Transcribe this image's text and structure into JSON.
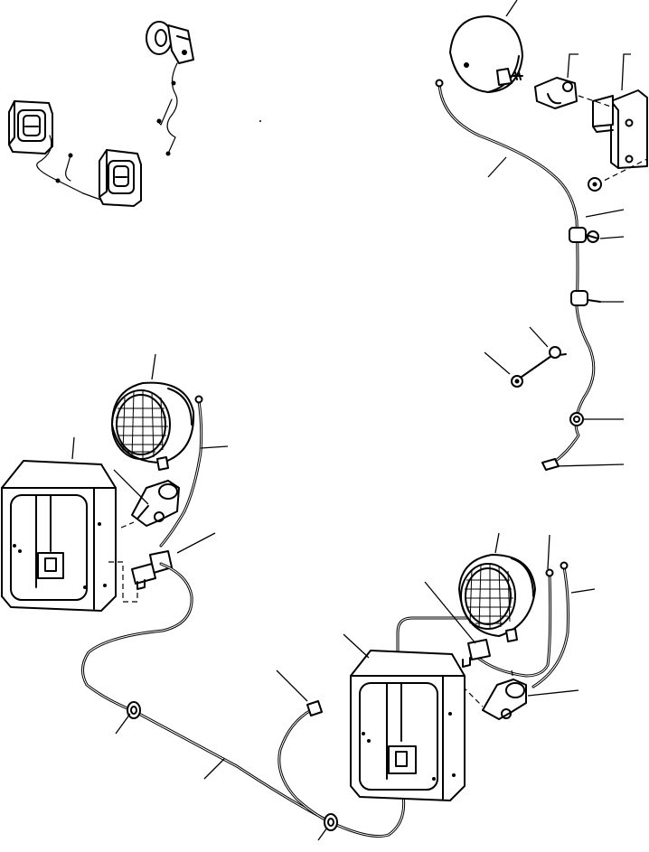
{
  "diagram": {
    "parts": [
      {
        "id": "cab-lamp-rear-left",
        "icon": "square-lamp-icon"
      },
      {
        "id": "cab-lamp-rear-right",
        "icon": "square-lamp-icon"
      },
      {
        "id": "horn",
        "icon": "horn-icon"
      },
      {
        "id": "flood-lamp-top",
        "icon": "round-lamp-icon"
      },
      {
        "id": "mounting-bracket",
        "icon": "bracket-icon"
      },
      {
        "id": "work-lamp-left",
        "icon": "round-lamp-icon"
      },
      {
        "id": "lamp-guard-left",
        "icon": "lamp-guard-icon"
      },
      {
        "id": "work-lamp-right",
        "icon": "round-lamp-icon"
      },
      {
        "id": "lamp-guard-right",
        "icon": "lamp-guard-icon"
      },
      {
        "id": "wiring-harness",
        "icon": "wire-harness-icon"
      }
    ]
  }
}
